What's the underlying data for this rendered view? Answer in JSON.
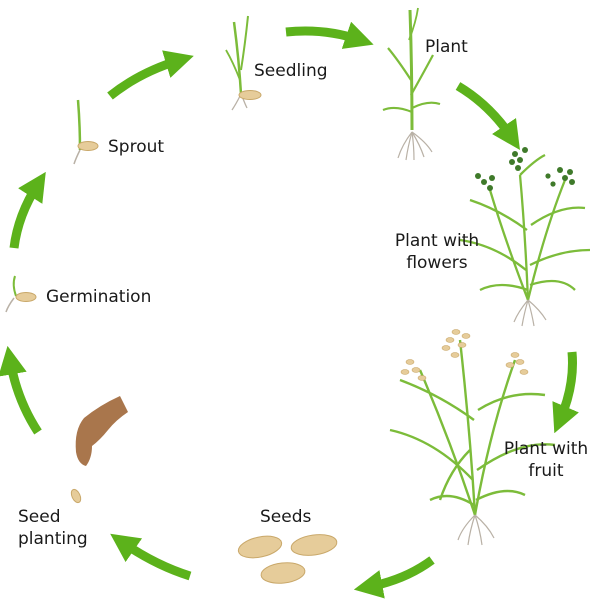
{
  "stages": {
    "seedling": "Seedling",
    "plant": "Plant",
    "flowers": [
      "Plant with",
      "flowers"
    ],
    "fruit": [
      "Plant with",
      "fruit"
    ],
    "seeds": "Seeds",
    "planting": [
      "Seed",
      "planting"
    ],
    "germination": "Germination",
    "sprout": "Sprout"
  },
  "colors": {
    "arrow": "#5cb21b",
    "leaf": "#7cbc3a",
    "leaf_dark": "#4f8f1f",
    "flower": "#3f7a2a",
    "grain": "#e6cc9a",
    "grain_edge": "#c9a86a",
    "root": "#b9b1a6",
    "hand": "#a9764c"
  },
  "icons": [
    "cycle-arrow-icon",
    "rice-plant-icon",
    "seed-icon",
    "hand-icon",
    "root-icon"
  ]
}
